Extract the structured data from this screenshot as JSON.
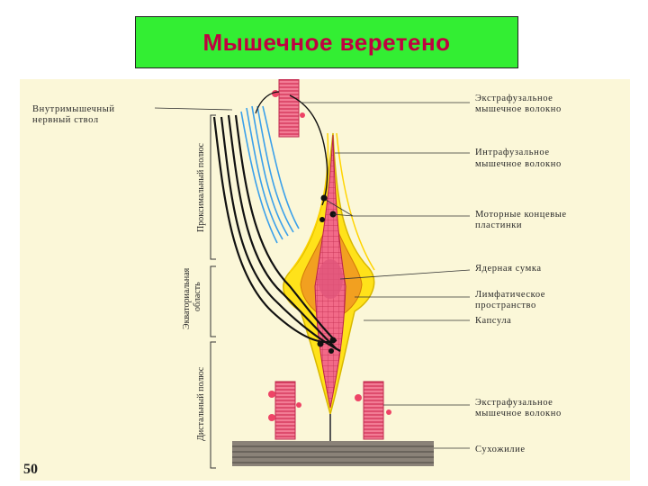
{
  "title": "Мышечное веретено",
  "page_number": "50",
  "labels_left": {
    "nerve_trunk_line1": "Внутримышечный",
    "nerve_trunk_line2": "нервный ствол"
  },
  "labels_right": {
    "extrafusal_top_line1": "Экстрафузальное",
    "extrafusal_top_line2": "мышечное волокно",
    "intrafusal_line1": "Интрафузальное",
    "intrafusal_line2": "мышечное волокно",
    "motor_plates_line1": "Моторные концевые",
    "motor_plates_line2": "пластинки",
    "nuclear_bag": "Ядерная сумка",
    "lymph_line1": "Лимфатическое",
    "lymph_line2": "пространство",
    "capsule": "Капсула",
    "extrafusal_bottom_line1": "Экстрафузальное",
    "extrafusal_bottom_line2": "мышечное волокно",
    "tendon": "Сухожилие"
  },
  "labels_vertical": {
    "proximal": "Проксимальный полюс",
    "equatorial_line1": "Экваториальная",
    "equatorial_line2": "область",
    "distal": "Дистальный полюс"
  },
  "colors": {
    "title_bg": "#33ee33",
    "title_text": "#c00040",
    "figure_bg": "#fbf7d8",
    "fiber_pink": "#ee5577",
    "capsule_yellow": "#ffe21a",
    "nerve_blue": "#3aa0ea"
  }
}
